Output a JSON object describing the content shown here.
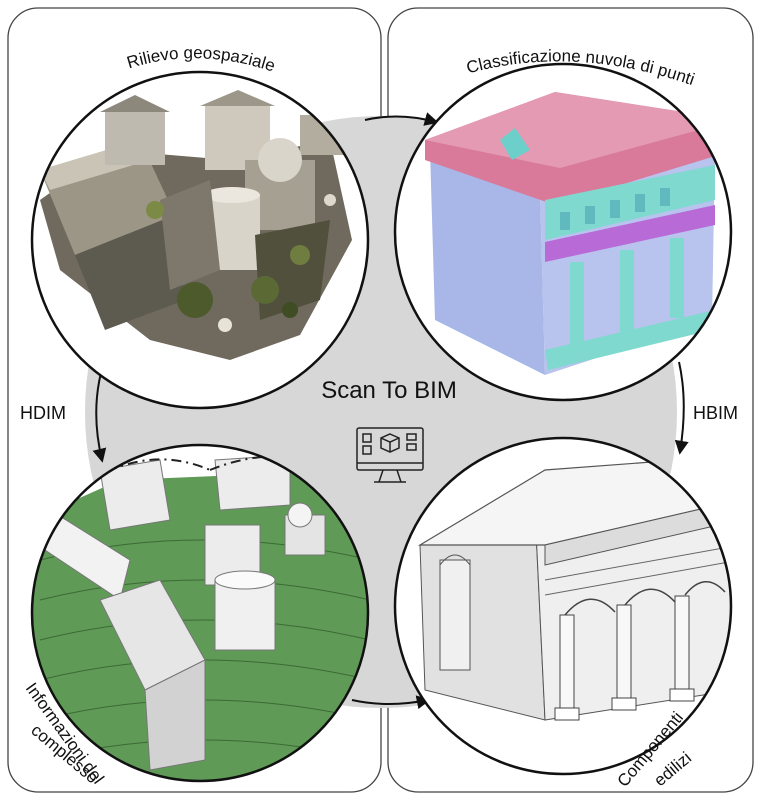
{
  "center": {
    "title": "Scan To BIM",
    "icon": "computer-3d-model-icon"
  },
  "side_labels": {
    "left": "HDIM",
    "right": "HBIM"
  },
  "nodes": {
    "top_left": {
      "label": "Rilievo geospaziale",
      "image": "point-cloud-village-survey"
    },
    "top_right": {
      "label": "Classificazione  nuvola di punti",
      "image": "classified-point-cloud-building"
    },
    "bottom_left": {
      "label_lines": [
        "Informazioni del",
        "complesso"
      ],
      "image": "green-terrain-complex-model"
    },
    "bottom_right": {
      "label_lines": [
        "Componenti",
        "edilizi"
      ],
      "image": "building-components-line-model"
    }
  },
  "colors": {
    "hub": "#d7d7d7",
    "roof_pink": "#d97a9a",
    "frame_cyan": "#7fd9cf",
    "facade_blue": "#a9b7e8",
    "terrain_green": "#5f9a56"
  }
}
